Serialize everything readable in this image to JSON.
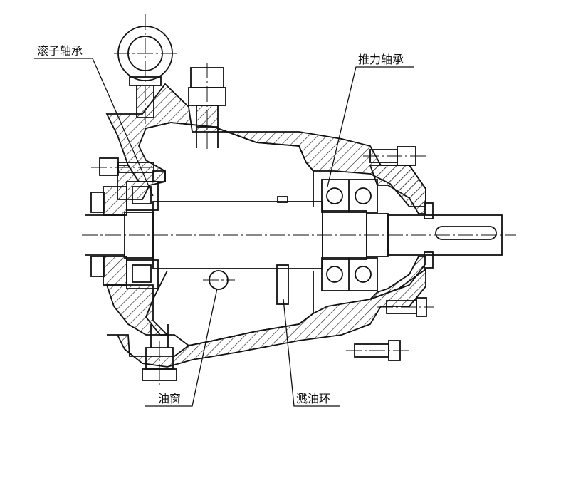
{
  "labels": {
    "roller_bearing": "滚子轴承",
    "thrust_bearing": "推力轴承",
    "oil_window": "油窗",
    "oil_splash_ring": "溅油环"
  },
  "colors": {
    "ink": "#111111",
    "hatch": "#222222",
    "background": "#ffffff"
  }
}
